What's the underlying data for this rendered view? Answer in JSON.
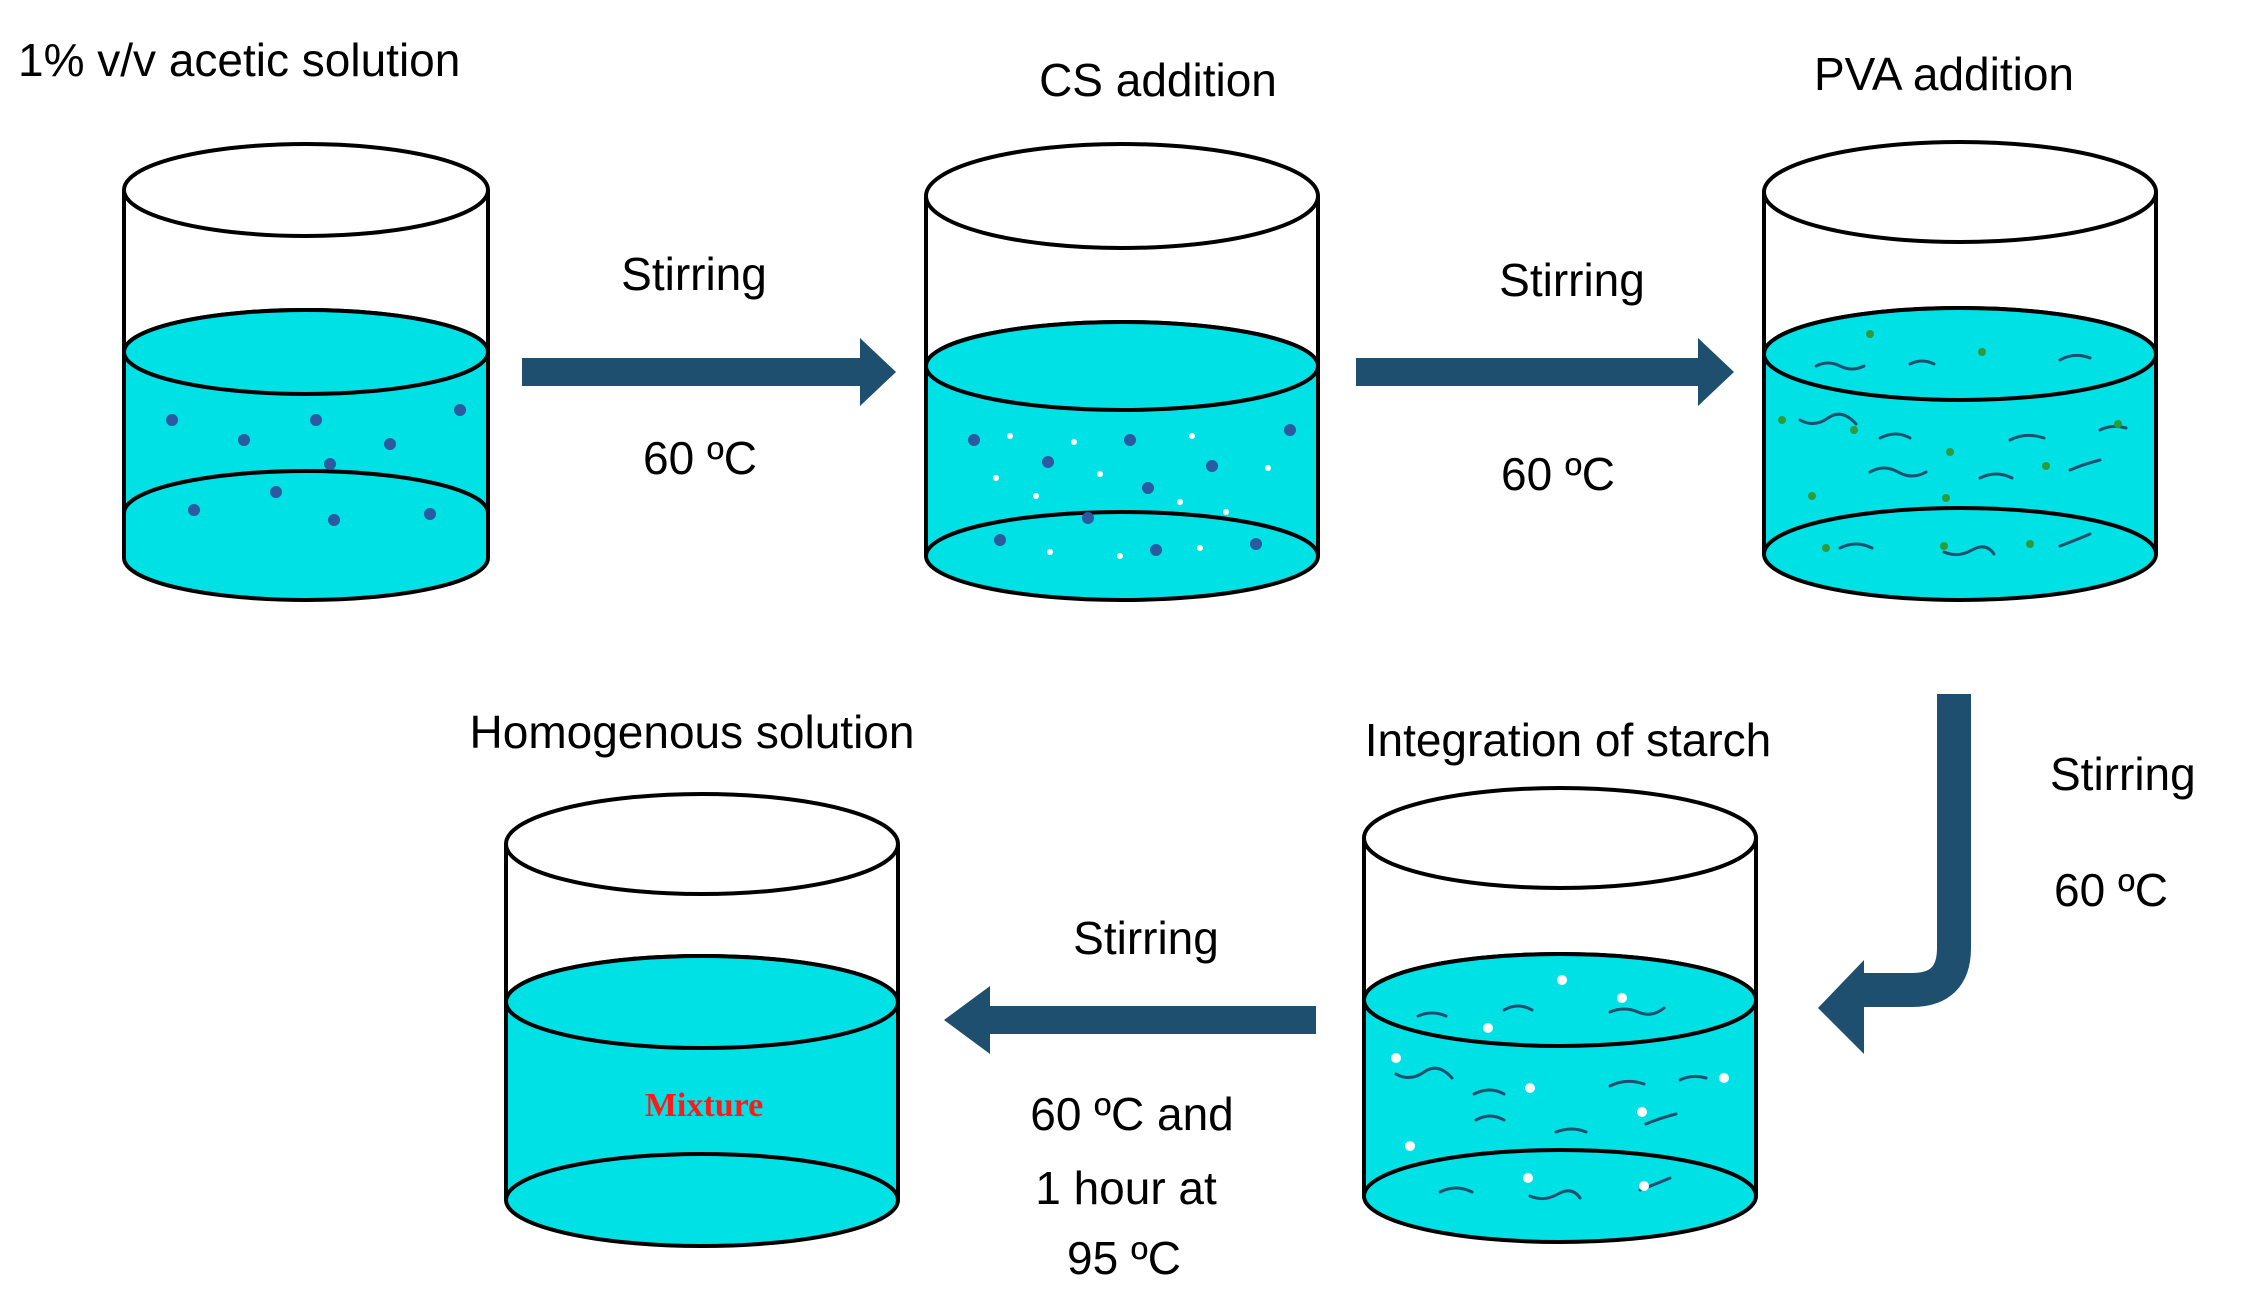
{
  "colors": {
    "liquid": "#00e1e6",
    "liquid_edge": "#000000",
    "arrow": "#1e4f6f",
    "dots_dark": "#2a5aa0",
    "dots_white": "#ffffff",
    "dots_green": "#2e9a3a",
    "mixture_text": "#ff1a1a"
  },
  "beakers": {
    "b1": {
      "title": "1% v/v acetic solution",
      "content": "blue particles"
    },
    "b2": {
      "title": "CS addition",
      "content": "blue and white particles"
    },
    "b3": {
      "title": "PVA addition",
      "content": "green dots and polymer strands"
    },
    "b4": {
      "title": "Integration of starch",
      "content": "white dots and polymer strands"
    },
    "b5": {
      "title": "Homogenous solution",
      "content": "mixture",
      "label": "Mixture"
    }
  },
  "steps": {
    "s1": {
      "action": "Stirring",
      "condition": "60 ºC"
    },
    "s2": {
      "action": "Stirring",
      "condition": "60 ºC"
    },
    "s3": {
      "action": "Stirring",
      "condition": "60 ºC"
    },
    "s4": {
      "action": "Stirring",
      "condition_lines": [
        "60 ºC and",
        "1 hour at",
        "95 ºC"
      ]
    }
  }
}
